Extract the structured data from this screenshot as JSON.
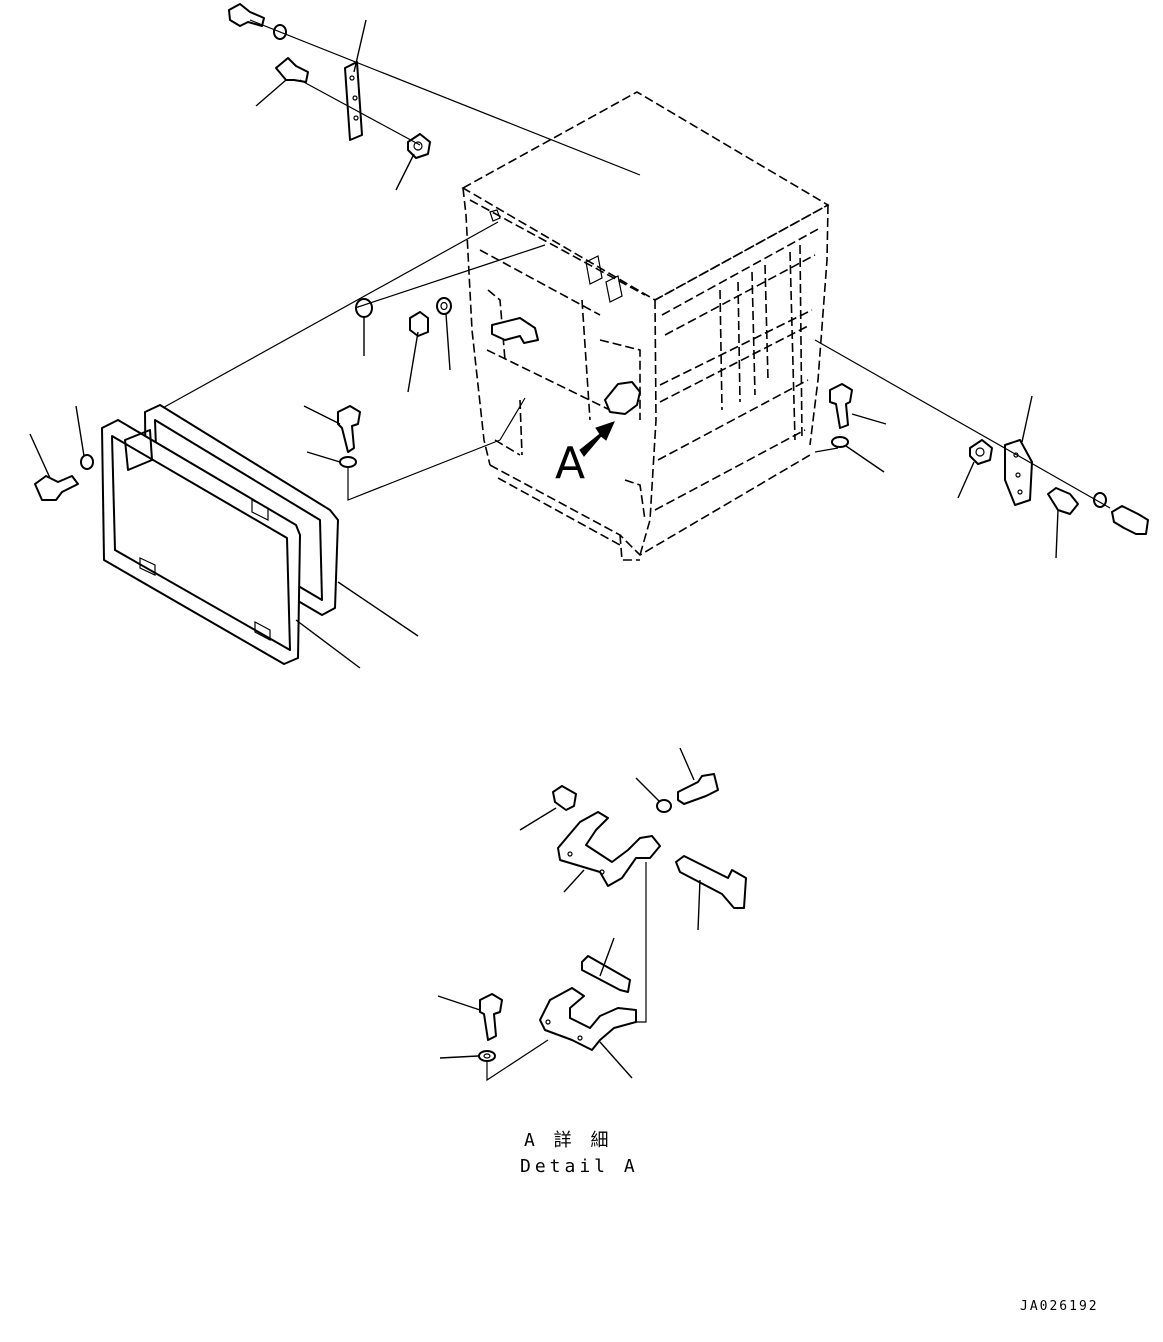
{
  "view_label": "A",
  "detail_caption": {
    "japanese": "A 詳 細",
    "english": "Detail A"
  },
  "drawing_number": "JA026192"
}
